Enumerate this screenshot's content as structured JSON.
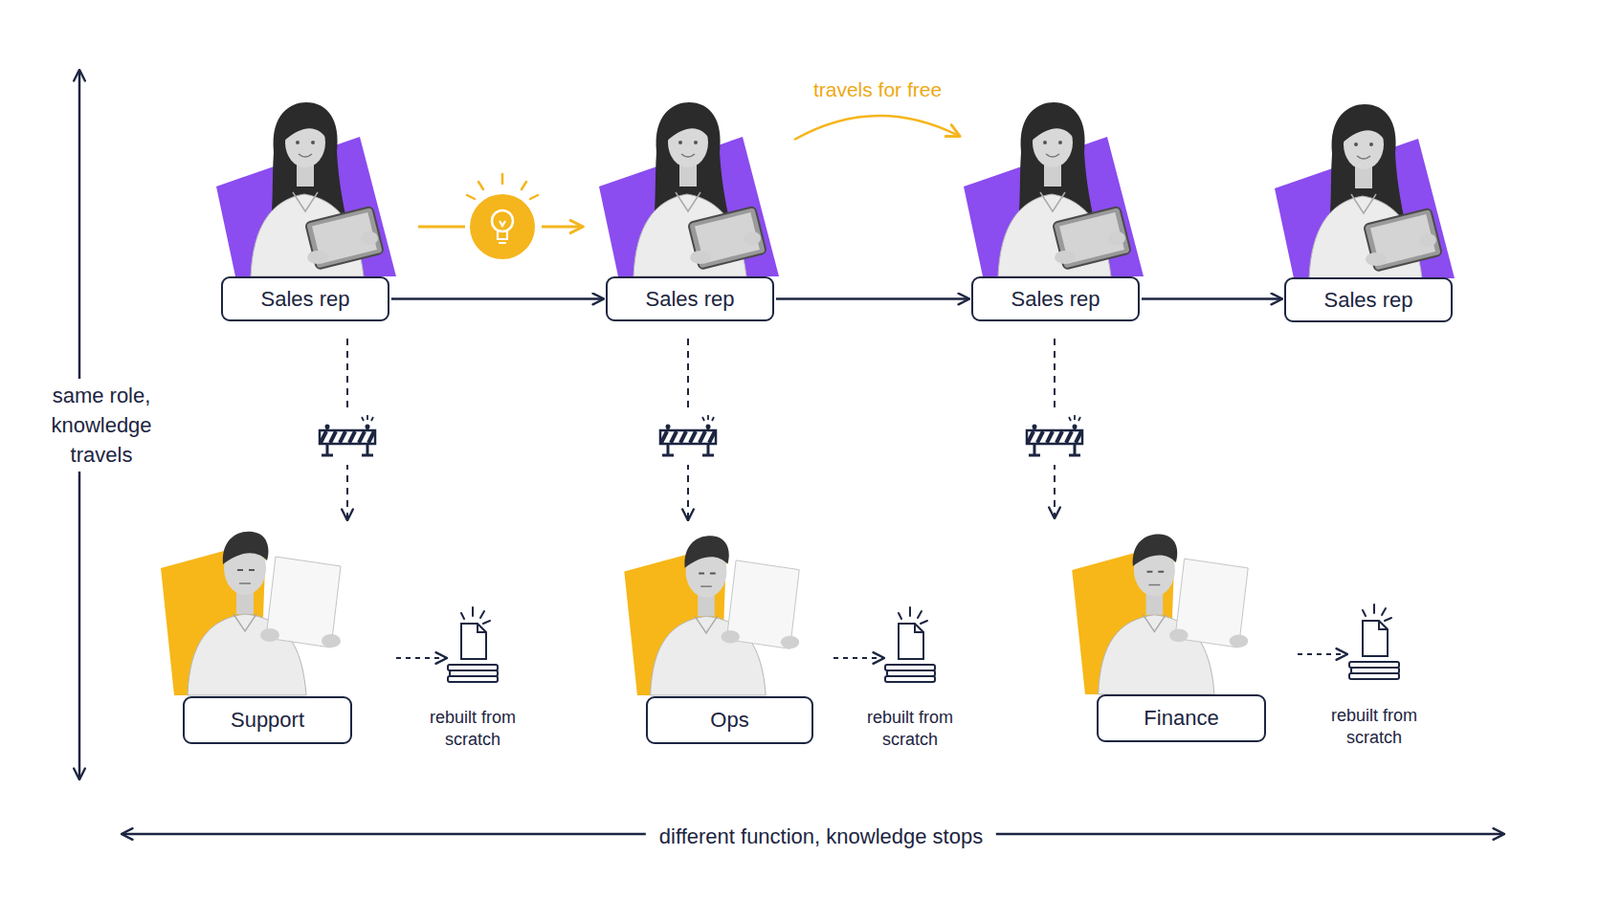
{
  "diagram": {
    "nodes": [
      {
        "text": [
          "Sales rep"
        ]
      },
      {
        "text": [
          "Sales rep"
        ]
      },
      {
        "text": [
          "Sales rep"
        ]
      },
      {
        "text": [
          "Sales rep"
        ]
      },
      {
        "text": [
          "Support"
        ]
      },
      {
        "text": [
          "Ops"
        ]
      },
      {
        "text": [
          "Finance"
        ]
      }
    ],
    "edges": [
      {
        "from": 0,
        "to": 1,
        "arrow": "to"
      },
      {
        "from": 1,
        "to": 2,
        "arrow": "to"
      },
      {
        "from": 2,
        "to": 3,
        "arrow": "to"
      },
      {
        "from": 0,
        "to": 4,
        "arrow": "to"
      },
      {
        "from": 1,
        "to": 5,
        "arrow": "to"
      },
      {
        "from": 2,
        "to": 6,
        "arrow": "to"
      }
    ],
    "labels": [
      "travels for free",
      "same role, knowledge travels",
      "rebuilt from scratch",
      "rebuilt from scratch",
      "rebuilt from scratch",
      "different function, knowledge stops"
    ]
  }
}
